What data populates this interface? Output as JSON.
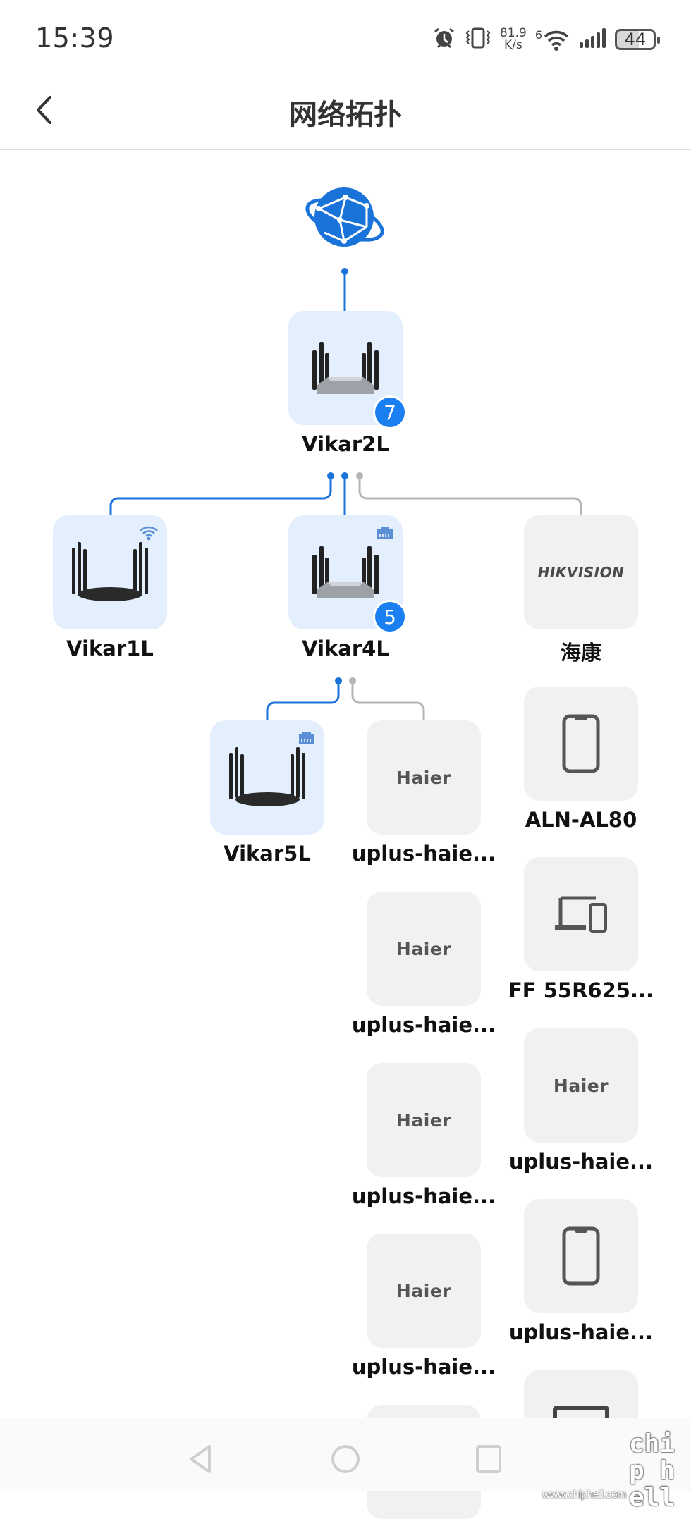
{
  "status_bar": {
    "time": "15:39",
    "net_speed_value": "81.9",
    "net_speed_unit": "K/s",
    "wifi_gen": "6",
    "battery": "44",
    "icons": [
      "alarm-icon",
      "vibrate-icon",
      "wifi-icon",
      "signal-icon",
      "battery-icon"
    ]
  },
  "header": {
    "title": "网络拓扑",
    "back_icon": "chevron-left-icon"
  },
  "colors": {
    "accent": "#1a7ff0",
    "wired_line": "#1a73d9",
    "inactive_line": "#b5b5b5",
    "router_bg": "#e3effc",
    "device_bg": "#f1f1f1"
  },
  "topology": {
    "internet_icon": "globe-icon",
    "main_router": {
      "name": "Vikar2L",
      "badge": "7",
      "icon": "router-icon"
    },
    "level1": [
      {
        "name": "Vikar1L",
        "type": "router",
        "connection": "wifi",
        "icon": "router-icon"
      },
      {
        "name": "Vikar4L",
        "type": "router",
        "connection": "ethernet",
        "badge": "5",
        "icon": "router-icon"
      },
      {
        "name": "海康",
        "type": "device",
        "brand": "HIKVISION"
      }
    ],
    "vikar4l_children": [
      {
        "name": "Vikar5L",
        "type": "router",
        "connection": "ethernet",
        "icon": "router-icon"
      },
      {
        "name": "uplus-haie...",
        "type": "device",
        "brand": "Haier"
      }
    ],
    "haier_column": [
      {
        "name": "uplus-haie...",
        "brand": "Haier"
      },
      {
        "name": "uplus-haie...",
        "brand": "Haier"
      },
      {
        "name": "uplus-haie...",
        "brand": "Haier"
      }
    ],
    "right_column": [
      {
        "name": "ALN-AL80",
        "icon": "phone-icon"
      },
      {
        "name": "FF 55R625...",
        "icon": "laptop-phone-icon"
      },
      {
        "name": "uplus-haie...",
        "brand": "Haier"
      },
      {
        "name": "uplus-haie...",
        "icon": "phone-icon"
      }
    ]
  },
  "nav_bar": {
    "back": "back-triangle-icon",
    "home": "home-circle-icon",
    "recents": "recents-square-icon"
  },
  "watermark": {
    "url": "www.chiphell.com",
    "logo": "chip hell"
  }
}
